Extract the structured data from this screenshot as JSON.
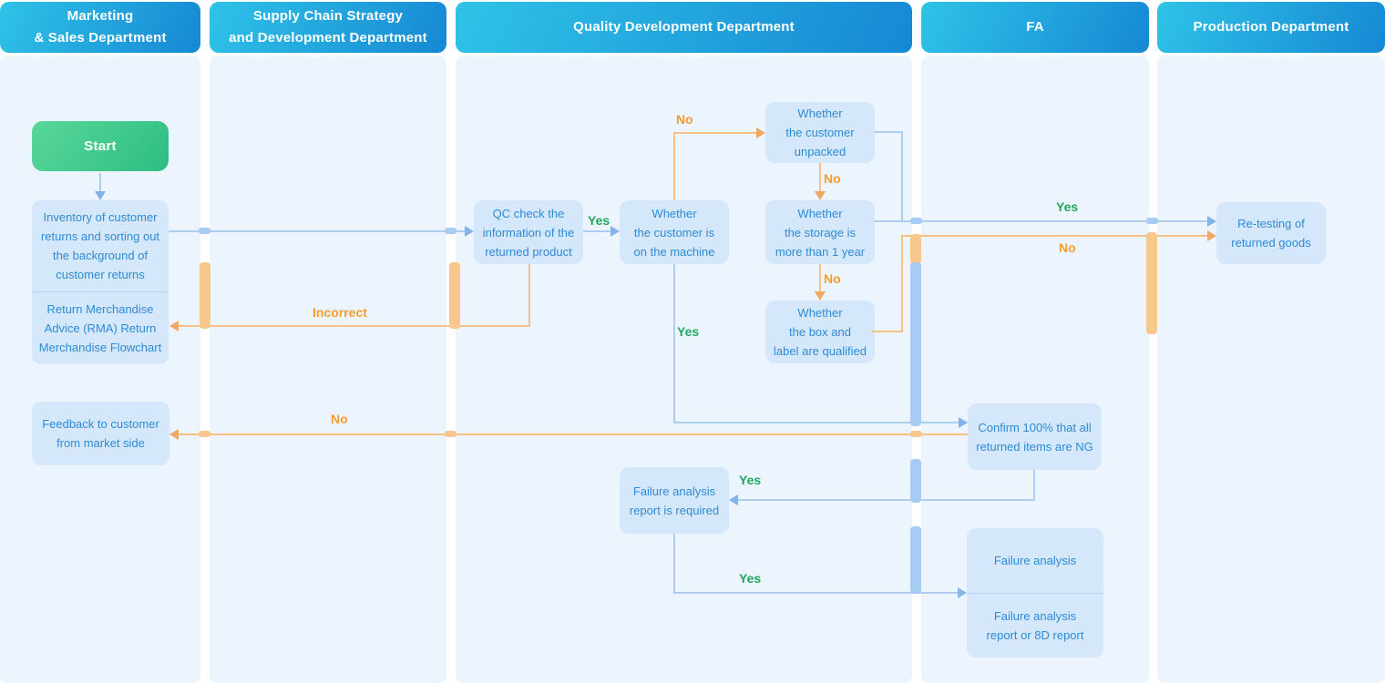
{
  "colors": {
    "lane-bg": "#ecf4fd",
    "header-grad-start": "#2fc3e7",
    "header-grad-end": "#1688d4",
    "header-text": "#ffffff",
    "node-bg": "#d4e7fb",
    "node-text": "#2e8bd5",
    "node-divider": "#b7d5f2",
    "start-grad-start": "#5ad79a",
    "start-grad-end": "#2dbd81",
    "blue-line": "#aecdef",
    "blue-arrow": "#85b4e8",
    "blue-bar": "#a6ccf4",
    "orange-line": "#f7c183",
    "orange-arrow": "#f2a862",
    "orange-bar": "#f8c78c",
    "orange-label": "#f59d2f",
    "green-label": "#1fa95b"
  },
  "lanes": [
    {
      "id": "marketing-sales",
      "label": "Marketing & Sales Department",
      "lines": [
        "Marketing",
        "& Sales Department"
      ]
    },
    {
      "id": "supply-chain",
      "label": "Supply Chain Strategy and Development Department",
      "lines": [
        "Supply Chain Strategy",
        "and Development Department"
      ]
    },
    {
      "id": "quality-development",
      "label": "Quality Development Department",
      "lines": [
        "Quality Development Department"
      ]
    },
    {
      "id": "fa",
      "label": "FA",
      "lines": [
        "FA"
      ]
    },
    {
      "id": "production",
      "label": "Production Department",
      "lines": [
        "Production Department"
      ]
    }
  ],
  "nodes": {
    "start": {
      "label": "Start"
    },
    "inventory": {
      "label": "Inventory of customer returns and sorting out the background of customer returns",
      "lines": [
        "Inventory of customer",
        "returns and sorting out",
        "the background of",
        "customer returns"
      ]
    },
    "rma": {
      "label": "Return Merchandise Advice (RMA) Return Merchandise Flowchart",
      "lines": [
        "Return Merchandise",
        "Advice (RMA) Return",
        "Merchandise Flowchart"
      ]
    },
    "feedback": {
      "label": "Feedback to customer from market side",
      "lines": [
        "Feedback to customer",
        "from market side"
      ]
    },
    "qc_check": {
      "label": "QC check the information of the returned product",
      "lines": [
        "QC check the",
        "information of the",
        "returned product"
      ]
    },
    "on_machine": {
      "label": "Whether the customer is on the machine",
      "lines": [
        "Whether",
        "the customer is",
        "on the machine"
      ]
    },
    "unpacked": {
      "label": "Whether the customer unpacked",
      "lines": [
        "Whether",
        "the customer",
        "unpacked"
      ]
    },
    "storage": {
      "label": "Whether the storage is more than 1 year",
      "lines": [
        "Whether",
        "the storage is",
        "more than 1 year"
      ]
    },
    "box_label": {
      "label": "Whether the box and label are qualified",
      "lines": [
        "Whether",
        "the box and",
        "label are qualified"
      ]
    },
    "retesting": {
      "label": "Re-testing of returned goods",
      "lines": [
        "Re-testing of",
        "returned goods"
      ]
    },
    "confirm_ng": {
      "label": "Confirm 100% that all returned items are NG",
      "lines": [
        "Confirm 100% that all",
        "returned items are NG"
      ]
    },
    "fa_required": {
      "label": "Failure analysis report is required",
      "lines": [
        "Failure analysis",
        "report is required"
      ]
    },
    "failure_analysis": {
      "label": "Failure analysis",
      "lines": [
        "Failure analysis"
      ]
    },
    "fa_report": {
      "label": "Failure analysis report or 8D report",
      "lines": [
        "Failure analysis",
        "report or 8D report"
      ]
    }
  },
  "edge_labels": {
    "qc_yes": "Yes",
    "machine_no": "No",
    "unpacked_no": "No",
    "storage_no": "No",
    "storage_yes": "Yes",
    "boxlabel_no": "No",
    "incorrect": "Incorrect",
    "machine_yes": "Yes",
    "confirm_no": "No",
    "confirm_yes": "Yes",
    "fa_required_yes": "Yes"
  }
}
